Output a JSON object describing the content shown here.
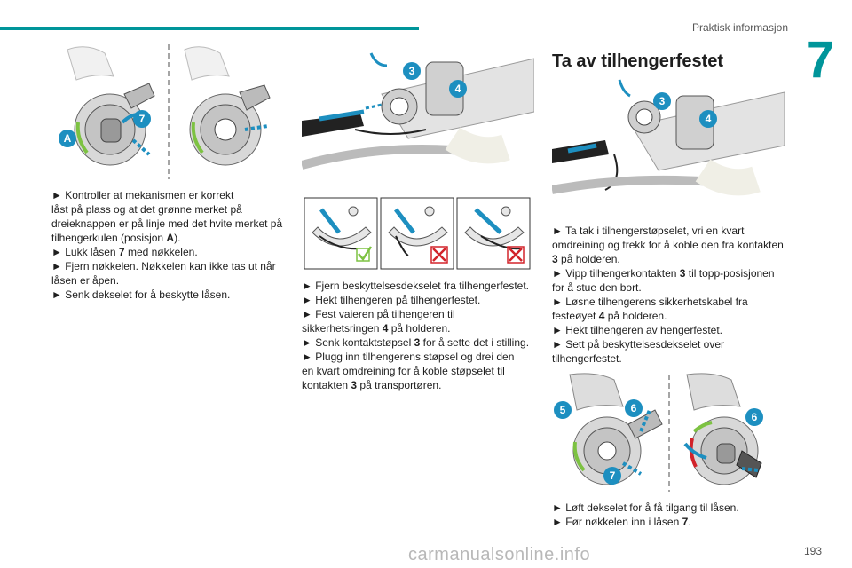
{
  "header": {
    "title": "Praktisk informasjon",
    "chapter": "7"
  },
  "heading": "Ta av tilhengerfestet",
  "bullet": "►",
  "col1": {
    "lines": [
      {
        "type": "bullet",
        "text": "Kontroller at mekanismen er korrekt"
      },
      {
        "type": "plain",
        "text": "låst på plass og at det grønne merket på"
      },
      {
        "type": "plain",
        "text": "dreieknappen er på linje med det hvite merket på"
      },
      {
        "type": "plain",
        "pre": "tilhengerkulen (posisjon ",
        "bold": "A",
        "post": ")."
      },
      {
        "type": "bullet",
        "pre": "Lukk låsen ",
        "bold": "7",
        "post": " med nøkkelen."
      },
      {
        "type": "bullet",
        "text": "Fjern nøkkelen. Nøkkelen kan ikke tas ut når"
      },
      {
        "type": "plain",
        "text": "låsen er åpen."
      },
      {
        "type": "bullet",
        "text": "Senk dekselet for å beskytte låsen."
      }
    ]
  },
  "col2": {
    "lines": [
      {
        "type": "bullet",
        "text": "Fjern beskyttelsesdekselet fra tilhengerfestet."
      },
      {
        "type": "bullet",
        "text": "Hekt tilhengeren på tilhengerfestet."
      },
      {
        "type": "bullet",
        "text": "Fest vaieren på tilhengeren til"
      },
      {
        "type": "plain",
        "pre": "sikkerhetsringen ",
        "bold": "4",
        "post": " på holderen."
      },
      {
        "type": "bullet",
        "pre": "Senk kontaktstøpsel ",
        "bold": "3",
        "post": " for å sette det i stilling."
      },
      {
        "type": "bullet",
        "text": "Plugg inn tilhengerens støpsel og drei den"
      },
      {
        "type": "plain",
        "text": "en kvart omdreining for å koble støpselet til"
      },
      {
        "type": "plain",
        "pre": "kontakten ",
        "bold": "3",
        "post": " på transportøren."
      }
    ]
  },
  "col3a": {
    "lines": [
      {
        "type": "bullet",
        "text": "Ta tak i tilhengerstøpselet, vri en kvart"
      },
      {
        "type": "plain",
        "text": "omdreining og trekk for å koble den fra kontakten"
      },
      {
        "type": "plain",
        "pre": "",
        "bold": "3",
        "post": " på holderen."
      },
      {
        "type": "bullet",
        "pre": "Vipp tilhengerkontakten ",
        "bold": "3",
        "post": " til topp-posisjonen"
      },
      {
        "type": "plain",
        "text": "for å stue den bort."
      },
      {
        "type": "bullet",
        "text": "Løsne tilhengerens sikkerhetskabel fra"
      },
      {
        "type": "plain",
        "pre": "festeøyet ",
        "bold": "4",
        "post": " på holderen."
      },
      {
        "type": "bullet",
        "text": "Hekt tilhengeren av hengerfestet."
      },
      {
        "type": "bullet",
        "text": "Sett på beskyttelsesdekselet over"
      },
      {
        "type": "plain",
        "text": "tilhengerfestet."
      }
    ]
  },
  "col3b": {
    "lines": [
      {
        "type": "bullet",
        "text": "Løft dekselet for å få tilgang til låsen."
      },
      {
        "type": "bullet",
        "pre": "Før nøkkelen inn i låsen ",
        "bold": "7",
        "post": "."
      }
    ]
  },
  "callouts": {
    "A": "A",
    "n3": "3",
    "n4": "4",
    "n5": "5",
    "n6": "6",
    "n7": "7"
  },
  "page_number": "193",
  "watermark": "carmanualsonline.info",
  "colors": {
    "accent": "#00959a",
    "callout": "#1d8fc0",
    "arrow": "#1d8fc0",
    "green": "#7dc242",
    "red": "#d2232a"
  }
}
